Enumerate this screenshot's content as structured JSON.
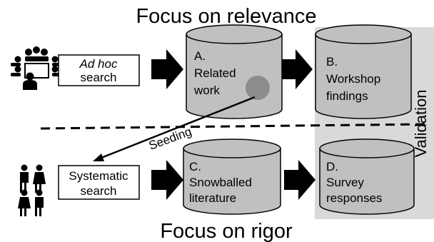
{
  "titles": {
    "top": "Focus on relevance",
    "bottom": "Focus on rigor"
  },
  "search_boxes": {
    "ad_hoc": {
      "line1": "Ad hoc",
      "line2": "search"
    },
    "systematic": {
      "line1": "Systematic",
      "line2": "search"
    }
  },
  "stores": {
    "related_work": {
      "letter": "A.",
      "line1": "Related",
      "line2": "work"
    },
    "workshop_findings": {
      "letter": "B.",
      "line1": "Workshop",
      "line2": "findings"
    },
    "snowballed_literature": {
      "letter": "C.",
      "line1": "Snowballed",
      "line2": "literature"
    },
    "survey_responses": {
      "letter": "D.",
      "line1": "Survey",
      "line2": "responses"
    }
  },
  "edges": {
    "seeding_label": "Seeding"
  },
  "validation": {
    "label": "Validation"
  },
  "icons": {
    "top": "meeting-group-icon",
    "bottom": "individuals-icon"
  },
  "colors": {
    "cylinder_fill": "#c0c0c0",
    "validation_band": "#d9d9d9",
    "seed_dot": "#8c8c8c",
    "arrow": "#000000"
  }
}
